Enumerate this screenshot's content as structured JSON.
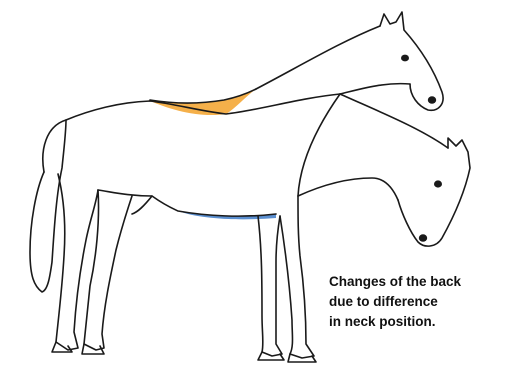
{
  "caption": {
    "lines": [
      "Changes of the back",
      "due to difference",
      "in neck position."
    ]
  },
  "colors": {
    "raised_neck_back_highlight": "#f5b04a",
    "lowered_neck_belly_highlight": "#5b8fd0",
    "outline": "#1a1a1a",
    "background": "#ffffff"
  },
  "figure": {
    "subject": "horse-side-view-two-neck-positions"
  }
}
